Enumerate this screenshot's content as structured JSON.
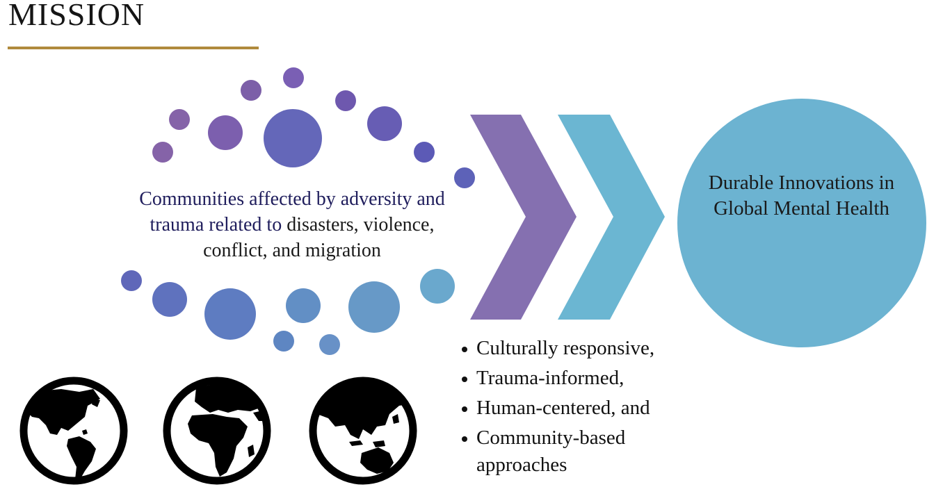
{
  "slide": {
    "title": "MISSION"
  },
  "community": {
    "highlight_text": "Communities affected by adversity and trauma related to",
    "rest_text": " disasters, violence, conflict, and migration"
  },
  "outcome": {
    "text": "Durable Innovations in Global Mental Health"
  },
  "approaches": {
    "items": [
      "Culturally responsive,",
      "Trauma-informed,",
      "Human-centered, and",
      "Community-based"
    ],
    "last_continuation": "approaches"
  },
  "colors": {
    "title_rule": "#b08a3c",
    "chevron_purple": "#8570b0",
    "chevron_blue": "#6bb6d2",
    "outcome_circle": "#6cb3d1",
    "highlight_text": "#1f1d5c"
  },
  "icons": {
    "globes": [
      "globe-americas-icon",
      "globe-africa-europe-icon",
      "globe-asia-australia-icon"
    ]
  }
}
